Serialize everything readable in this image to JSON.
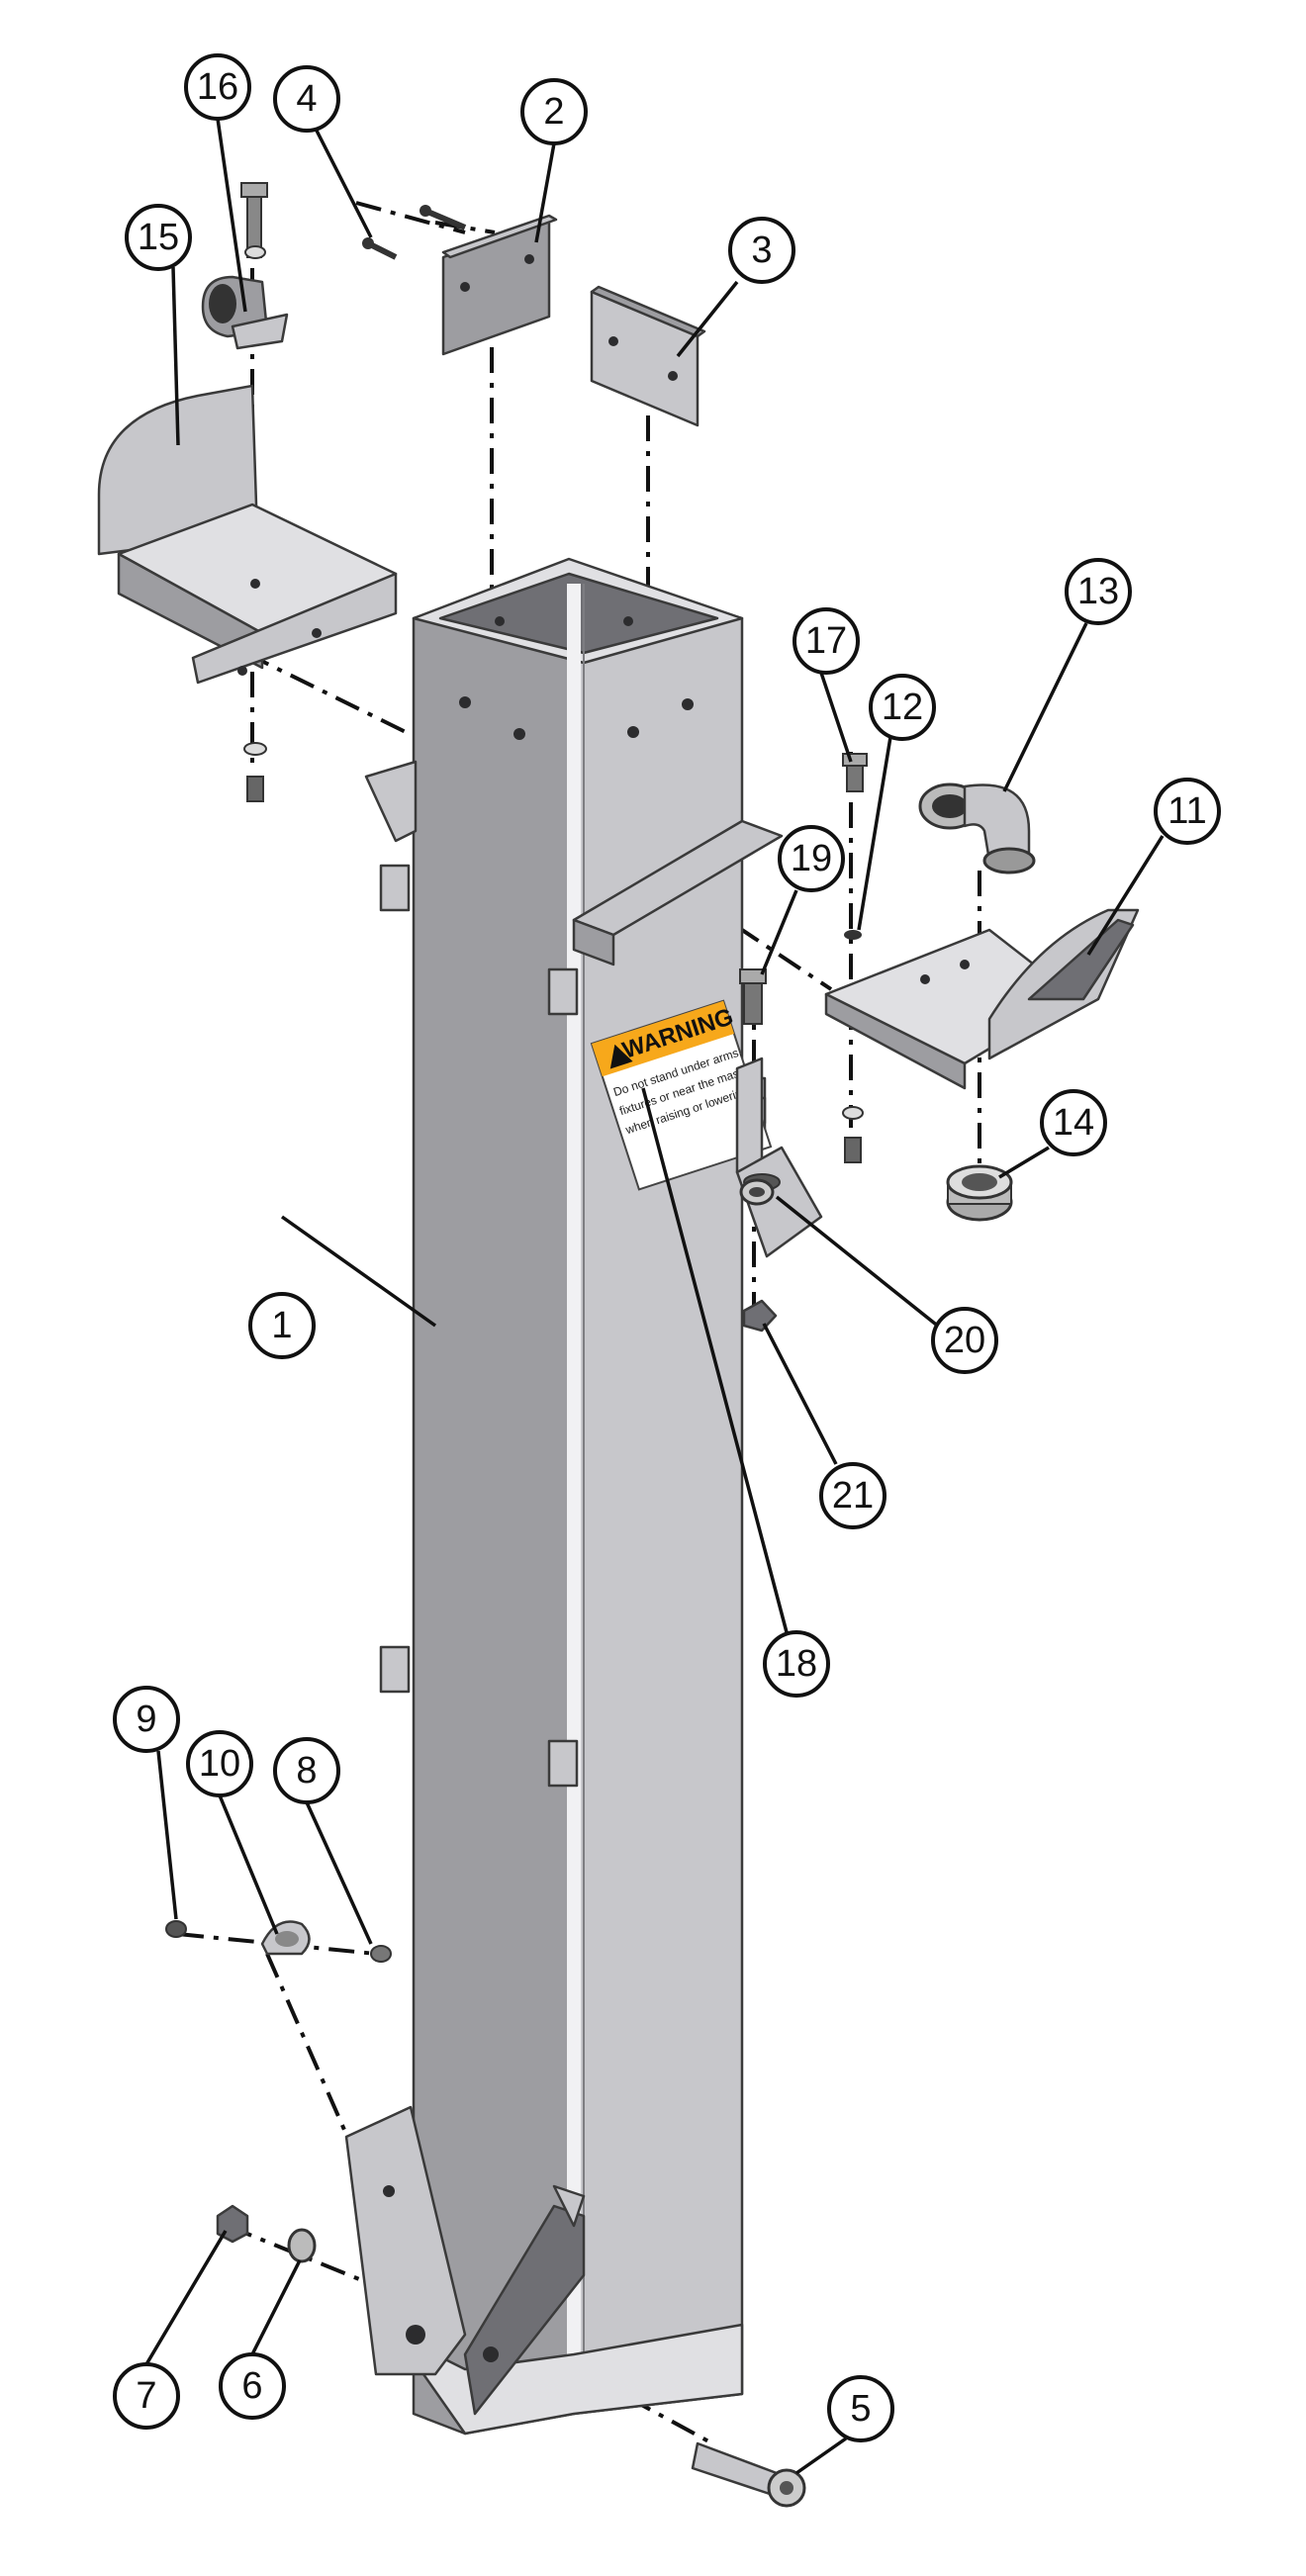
{
  "warning_label": {
    "heading": "WARNING",
    "text_lines": [
      "Do not stand under arms,",
      "fixtures or near the mast",
      "when raising or lowering."
    ]
  },
  "callouts": [
    {
      "id": "c1",
      "label": "1"
    },
    {
      "id": "c2",
      "label": "2"
    },
    {
      "id": "c3",
      "label": "3"
    },
    {
      "id": "c4",
      "label": "4"
    },
    {
      "id": "c5",
      "label": "5"
    },
    {
      "id": "c6",
      "label": "6"
    },
    {
      "id": "c7",
      "label": "7"
    },
    {
      "id": "c8",
      "label": "8"
    },
    {
      "id": "c9",
      "label": "9"
    },
    {
      "id": "c10",
      "label": "10"
    },
    {
      "id": "c11",
      "label": "11"
    },
    {
      "id": "c12",
      "label": "12"
    },
    {
      "id": "c13",
      "label": "13"
    },
    {
      "id": "c14",
      "label": "14"
    },
    {
      "id": "c15",
      "label": "15"
    },
    {
      "id": "c16",
      "label": "16"
    },
    {
      "id": "c17",
      "label": "17"
    },
    {
      "id": "c18",
      "label": "18"
    },
    {
      "id": "c19",
      "label": "19"
    },
    {
      "id": "c20",
      "label": "20"
    },
    {
      "id": "c21",
      "label": "21"
    }
  ],
  "colors": {
    "steel": "#9d9da1",
    "steel_light": "#c7c7cb",
    "steel_dark": "#6f6f74",
    "warning": "#f7a81b"
  }
}
